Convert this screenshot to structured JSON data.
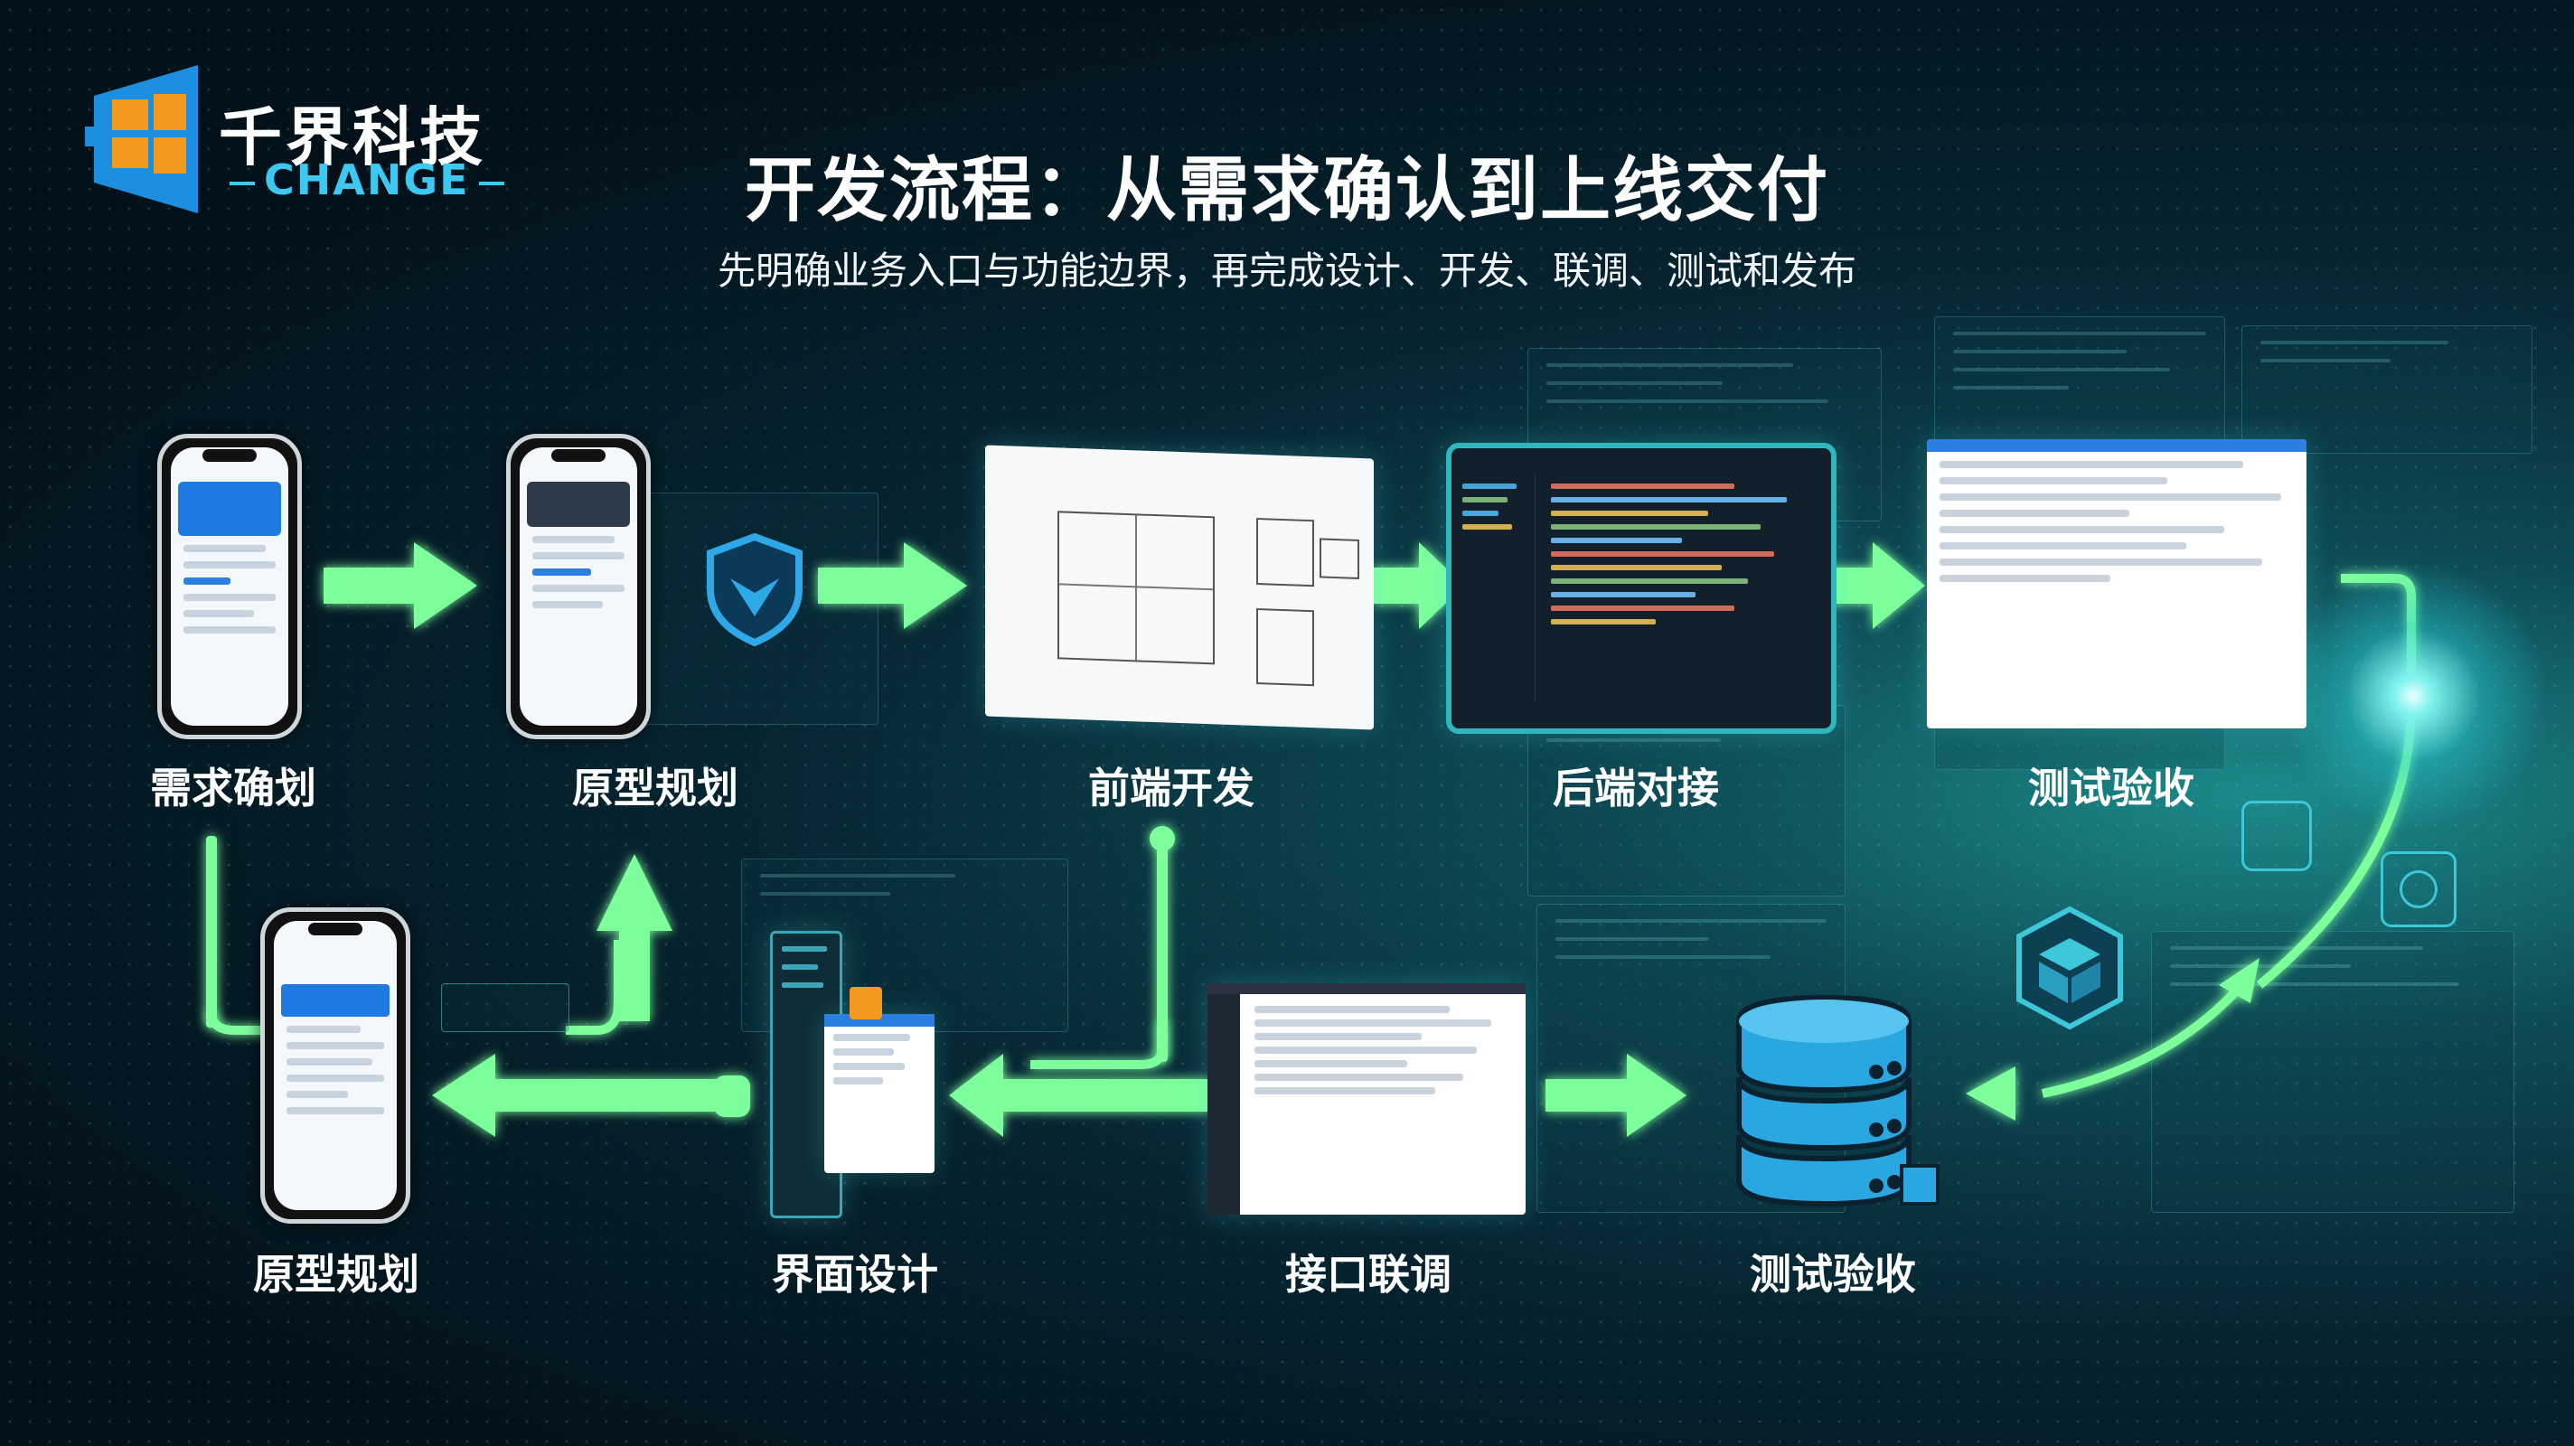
{
  "brand": {
    "name": "千界科技",
    "tagline": "CHANGE"
  },
  "title": "开发流程：从需求确认到上线交付",
  "subtitle": "先明确业务入口与功能边界，再完成设计、开发、联调、测试和发布",
  "steps_top": [
    {
      "label": "需求确划"
    },
    {
      "label": "原型规划"
    },
    {
      "label": "前端开发"
    },
    {
      "label": "后端对接"
    },
    {
      "label": "测试验收"
    }
  ],
  "steps_bottom": [
    {
      "label": "原型规划"
    },
    {
      "label": "界面设计"
    },
    {
      "label": "接口联调"
    },
    {
      "label": "测试验收"
    }
  ],
  "colors": {
    "accent": "#7dff9c",
    "brand_orange": "#f39a1e",
    "brand_blue": "#1d8fe0",
    "cyan": "#3cc8d8"
  },
  "icons": [
    "shield-icon",
    "database-icon",
    "cube-icon",
    "cart-icon",
    "target-icon"
  ]
}
